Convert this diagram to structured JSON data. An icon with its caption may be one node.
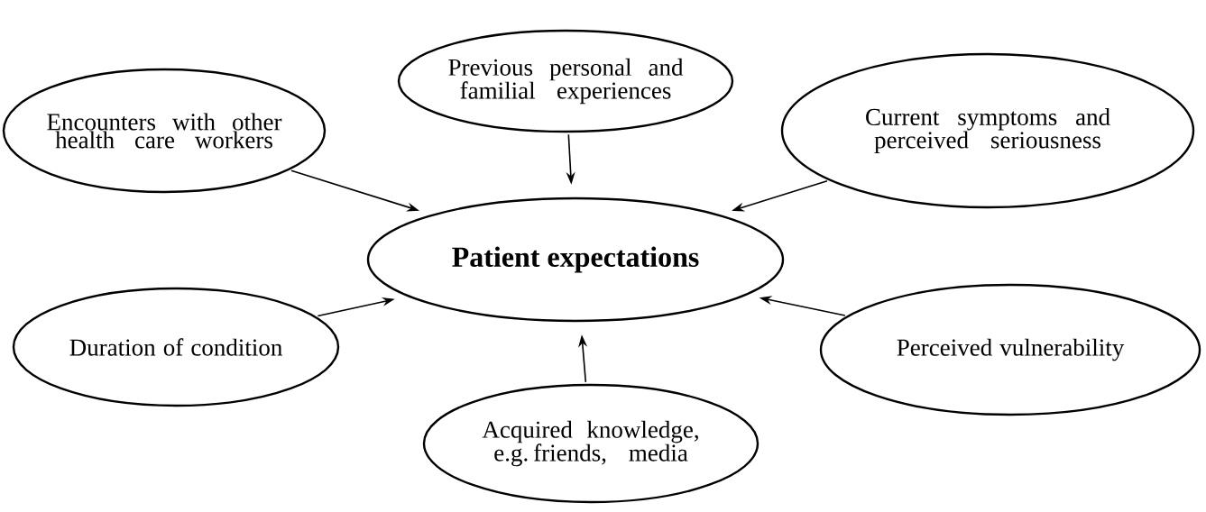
{
  "diagram": {
    "nodes": [
      {
        "text": [
          "Previous personal and familial experiences"
        ]
      },
      {
        "text": [
          "Encounters with other health care workers"
        ]
      },
      {
        "text": [
          "Current symptoms and perceived seriousness"
        ]
      },
      {
        "text": [
          "Patient expectations"
        ]
      },
      {
        "text": [
          "Duration of condition"
        ]
      },
      {
        "text": [
          "Perceived vulnerability"
        ]
      },
      {
        "text": [
          "Acquired knowledge, e.g. friends, media"
        ]
      }
    ],
    "edges": [
      {
        "from": 0,
        "to": 3,
        "arrow": "to"
      },
      {
        "from": 1,
        "to": 3,
        "arrow": "to"
      },
      {
        "from": 2,
        "to": 3,
        "arrow": "to"
      },
      {
        "from": 4,
        "to": 3,
        "arrow": "to"
      },
      {
        "from": 5,
        "to": 3,
        "arrow": "to"
      },
      {
        "from": 6,
        "to": 3,
        "arrow": "to"
      }
    ]
  }
}
